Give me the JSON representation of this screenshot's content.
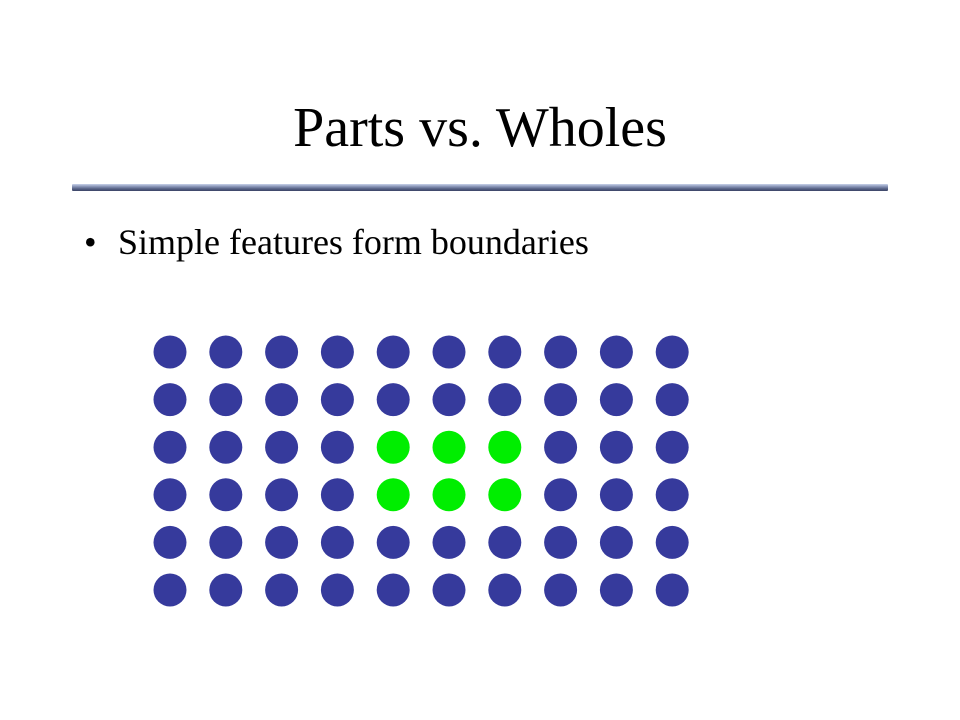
{
  "slide": {
    "title": "Parts vs. Wholes",
    "bullets": [
      {
        "mark": "•",
        "text": "Simple features form boundaries"
      }
    ]
  },
  "dot_grid": {
    "rows": 6,
    "cols": 10,
    "colors": {
      "base": "#363a9c",
      "highlight": "#00ee00"
    },
    "highlighted_cells": [
      [
        2,
        4
      ],
      [
        2,
        5
      ],
      [
        2,
        6
      ],
      [
        3,
        4
      ],
      [
        3,
        5
      ],
      [
        3,
        6
      ]
    ]
  }
}
